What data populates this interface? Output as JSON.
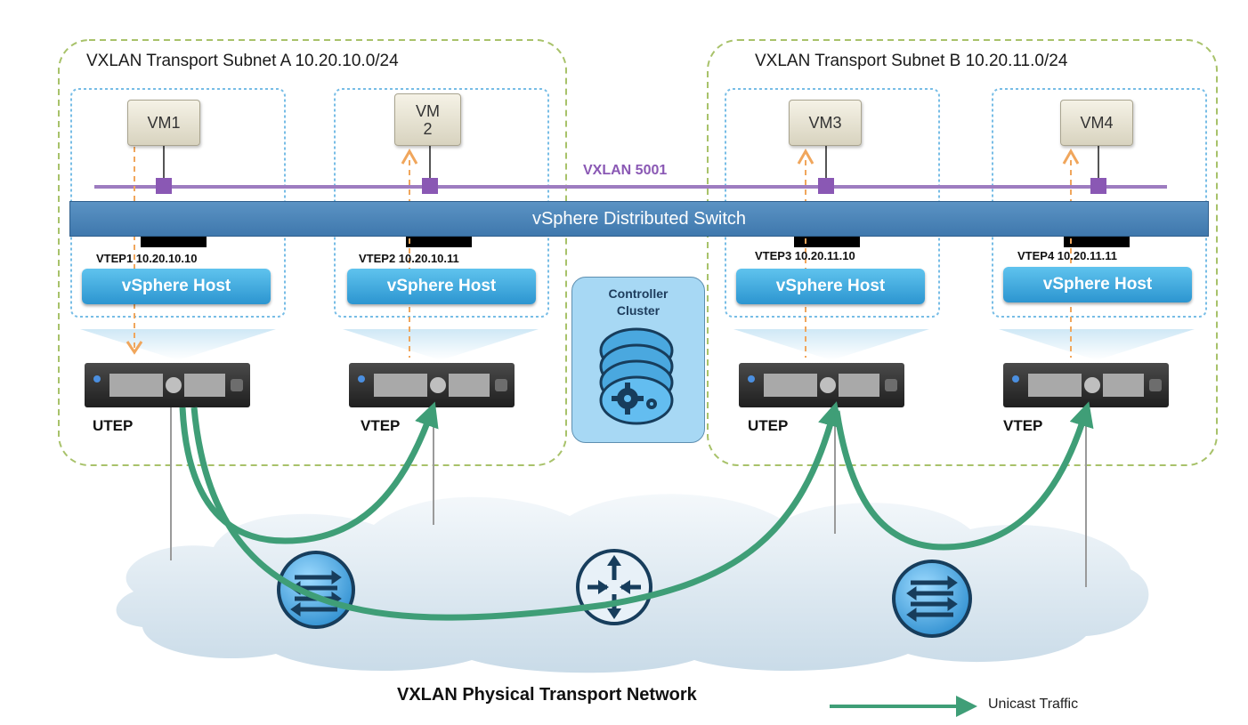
{
  "subnet_a": {
    "title": "VXLAN Transport Subnet A 10.20.10.0/24"
  },
  "subnet_b": {
    "title": "VXLAN Transport Subnet B 10.20.11.0/24"
  },
  "vms": [
    "VM1",
    "VM 2",
    "VM3",
    "VM4"
  ],
  "logical_switch": "VXLAN 5001",
  "vds": "vSphere Distributed Switch",
  "hosts": [
    {
      "label": "vSphere Host",
      "vtep": "VTEP1 10.20.10.10",
      "role": "UTEP"
    },
    {
      "label": "vSphere Host",
      "vtep": "VTEP2 10.20.10.11",
      "role": "VTEP"
    },
    {
      "label": "vSphere Host",
      "vtep": "VTEP3 10.20.11.10",
      "role": "UTEP"
    },
    {
      "label": "vSphere Host",
      "vtep": "VTEP4 10.20.11.11",
      "role": "VTEP"
    }
  ],
  "controller": "Controller Cluster",
  "network_label": "VXLAN Physical Transport Network",
  "legend": {
    "label": "Unicast Traffic",
    "color": "#3f9e77"
  },
  "colors": {
    "vxlan": "#8a58b4",
    "subnet_border": "#a8c26a",
    "host_border": "#77bde6",
    "arrow": "#f0a65c"
  },
  "icons": [
    "vm-icon",
    "server-icon",
    "switch-icon",
    "router-icon",
    "controller-gear-icon",
    "cloud-icon"
  ]
}
